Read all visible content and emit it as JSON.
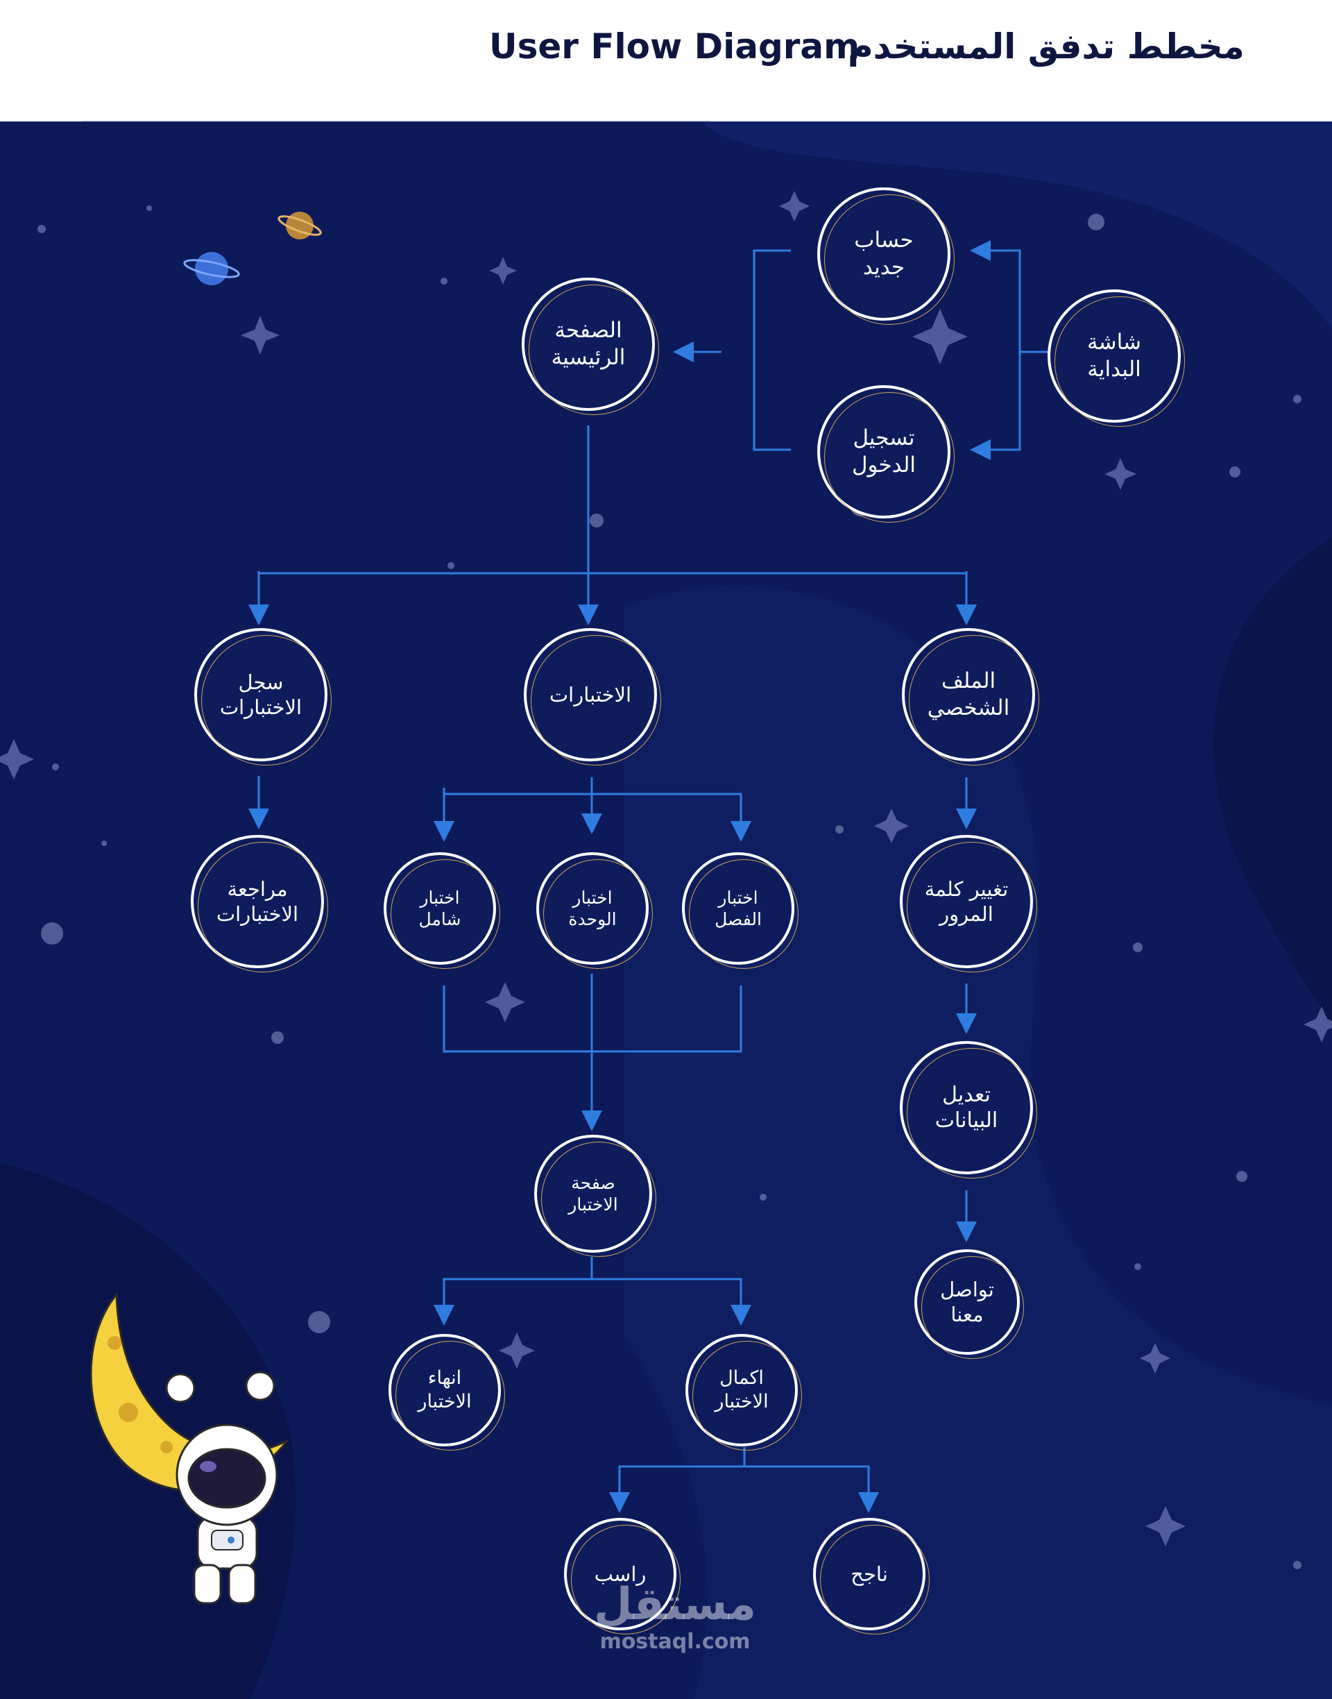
{
  "header": {
    "title_en": "User Flow Diagram",
    "title_ar": "مخطط تدفق المستخدم"
  },
  "colors": {
    "background": "#0d1a5a",
    "connector": "#2f7de0",
    "node_border": "#ffffff",
    "node_accent": "#c9a25a"
  },
  "nodes": {
    "splash": "شاشة\nالبداية",
    "new_account": "حساب\nجديد",
    "login": "تسجيل\nالدخول",
    "home": "الصفحة\nالرئيسية",
    "tests_log": "سجل\nالاختبارات",
    "tests": "الاختبارات",
    "profile": "الملف\nالشخصي",
    "tests_review": "مراجعة\nالاختبارات",
    "full_test": "اختبار\nشامل",
    "unit_test": "اختبار\nالوحدة",
    "chapter_test": "اختبار\nالفصل",
    "change_password": "تغيير كلمة\nالمرور",
    "edit_data": "تعديل\nالبيانات",
    "test_page": "صفحة\nالاختبار",
    "contact_us": "تواصل\nمعنا",
    "end_test": "انهاء\nالاختبار",
    "complete_test": "اكمال\nالاختبار",
    "failed": "راسب",
    "passed": "ناجح"
  },
  "watermark": {
    "ar": "مستقل",
    "en": "mostaql.com"
  }
}
